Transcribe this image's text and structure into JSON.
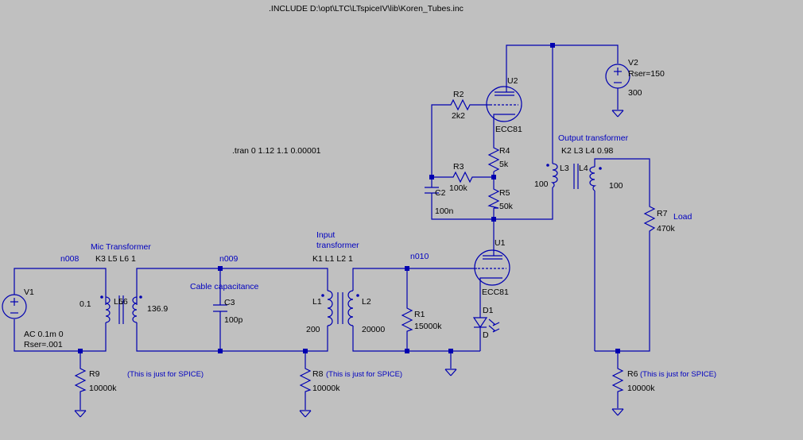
{
  "directives": {
    "include": ".INCLUDE D:\\opt\\LTC\\LTspiceIV\\lib\\Koren_Tubes.inc",
    "tran": ".tran 0 1.12 1.1 0.00001"
  },
  "comments": {
    "mic_transformer": "Mic Transformer",
    "cable_capacitance": "Cable capacitance",
    "input_transformer_1": "Input",
    "input_transformer_2": "transformer",
    "output_transformer": "Output transformer",
    "load": "Load",
    "spice_note": "(This is just for SPICE)"
  },
  "nets": {
    "n008": "n008",
    "n009": "n009",
    "n010": "n010"
  },
  "couplings": {
    "k_mic": "K3 L5 L6 1",
    "k_in": "K1 L1 L2 1",
    "k_out": "K2 L3 L4 0.98"
  },
  "components": {
    "v1": {
      "name": "V1",
      "value": "AC 0.1m 0",
      "rser": "Rser=.001"
    },
    "v2": {
      "name": "V2",
      "rser": "Rser=150",
      "value": "300"
    },
    "u1": {
      "name": "U1",
      "model": "ECC81"
    },
    "u2": {
      "name": "U2",
      "model": "ECC81"
    },
    "r1": {
      "name": "R1",
      "value": "15000k"
    },
    "r2": {
      "name": "R2",
      "value": "2k2"
    },
    "r3": {
      "name": "R3",
      "value": "100k"
    },
    "r4": {
      "name": "R4",
      "value": "5k"
    },
    "r5": {
      "name": "R5",
      "value": "50k"
    },
    "r6": {
      "name": "R6",
      "value": "10000k"
    },
    "r7": {
      "name": "R7",
      "value": "470k"
    },
    "r8": {
      "name": "R8",
      "value": "10000k"
    },
    "r9": {
      "name": "R9",
      "value": "10000k"
    },
    "c2": {
      "name": "C2",
      "value": "100n"
    },
    "c3": {
      "name": "C3",
      "value": "100p"
    },
    "d1": {
      "name": "D1",
      "model": "D"
    },
    "l1": {
      "name": "L1",
      "value": "200"
    },
    "l2": {
      "name": "L2",
      "value": "20000"
    },
    "l3": {
      "name": "L3",
      "value": "100"
    },
    "l4": {
      "name": "L4",
      "value": "100"
    },
    "l5": {
      "name": "L5",
      "value": "0.1"
    },
    "l6": {
      "name": "L6",
      "value": "136.9"
    }
  },
  "colors": {
    "background": "#c0c0c0",
    "wire": "#0000b0",
    "comment": "#0000c0",
    "text": "#000000"
  }
}
